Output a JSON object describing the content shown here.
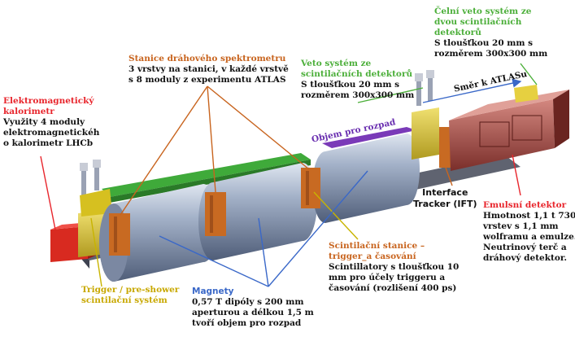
{
  "colors": {
    "red": "#e8252c",
    "orange": "#c8641e",
    "green": "#4caf3a",
    "purple": "#6a2fb0",
    "blue": "#3a68c8",
    "yellow": "#c8b400"
  },
  "labels": {
    "em_cal": {
      "title": [
        "Elektromagnetický",
        "kalorimetr"
      ],
      "body": [
        "Využity  4 moduly",
        "elektromagnetickéh",
        "o kalorimetr LHCb"
      ]
    },
    "spectrometer": {
      "title": [
        "Stanice dráhového spektrometru"
      ],
      "body": [
        "3 vrstvy na stanici, v každé vrstvě",
        "s 8 moduly z experimentu ATLAS"
      ]
    },
    "veto": {
      "title": [
        "Veto systém ze",
        "scintilačních detektorů"
      ],
      "body": [
        "S tloušťkou 20 mm s",
        "rozměrem 300x300 mm"
      ]
    },
    "front_veto": {
      "title": [
        "Čelní veto systém ze",
        "dvou scintilačních",
        "detektorů"
      ],
      "body": [
        "S tloušťkou 20 mm s",
        "rozměrem 300x300 mm"
      ]
    },
    "direction": "Směr k ATLASu",
    "decay_volume": "Objem pro rozpad",
    "interface": [
      "Interface",
      "Tracker (IFT)"
    ],
    "emulsion": {
      "title": [
        "Emulsní detektor"
      ],
      "body": [
        "Hmotnost 1,1 t  730",
        "vrstev s 1,1 mm",
        "wolframu a emulze.",
        "Neutrinový terč a",
        "dráhový detektor."
      ]
    },
    "trigger_station": {
      "title": [
        "Scintilační stanice –",
        "trigger_a časování"
      ],
      "body": [
        "Scintillatory s tloušťkou 10",
        "mm pro účely triggeru a",
        "časování (rozlišení 400 ps)"
      ]
    },
    "magnets": {
      "title": [
        "Magnety"
      ],
      "body": [
        "0,57 T dipóly s 200 mm",
        "aperturou a délkou 1,5 m",
        "tvoří objem pro rozpad"
      ]
    },
    "preshower": {
      "title": [
        "Trigger / pre-shower",
        "scintilační systém"
      ]
    }
  }
}
